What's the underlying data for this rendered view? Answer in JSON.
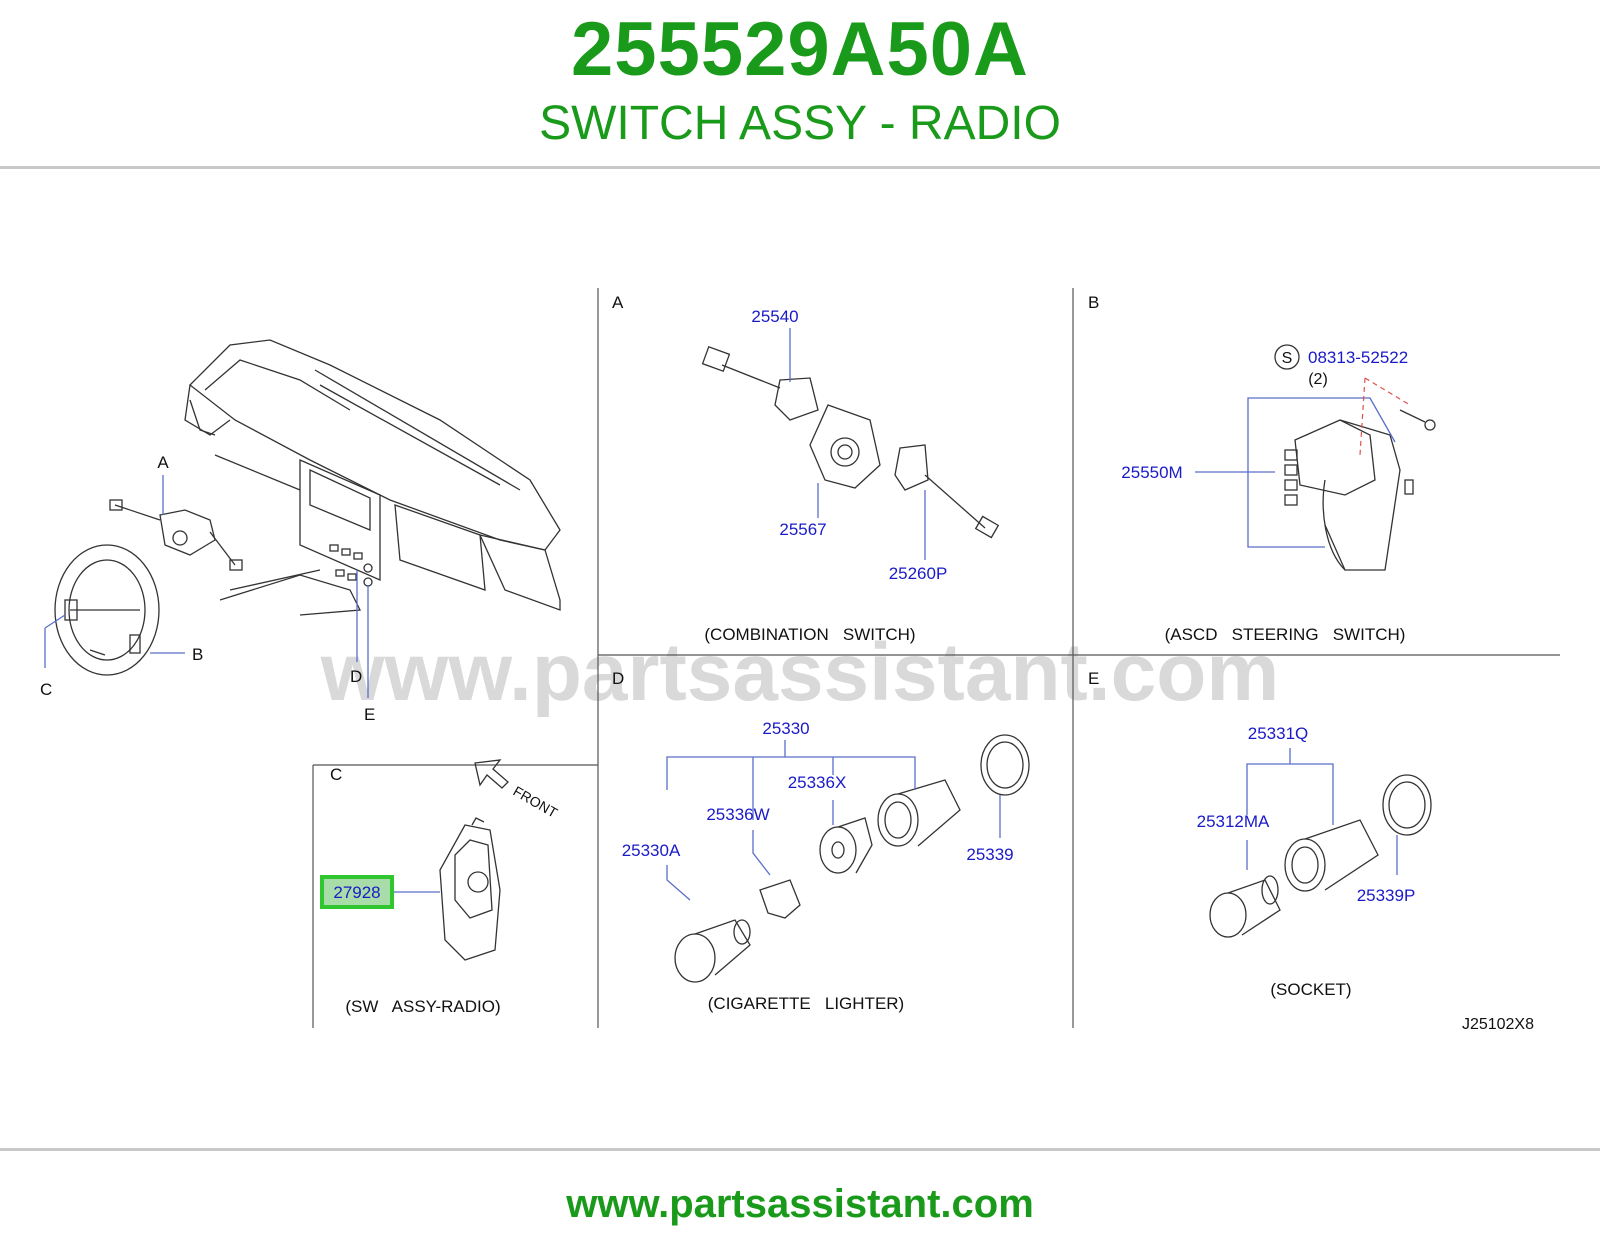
{
  "header": {
    "part_number": "255529A50A",
    "part_title": "SWITCH ASSY - RADIO"
  },
  "colors": {
    "brand_green": "#1a9a1a",
    "callout_blue": "#1a1ac8",
    "line_art": "#333333",
    "leader": "#5a6ec8",
    "highlight": "#2fc62f",
    "watermark": "#d9d9d9",
    "dashed_leader": "#e05050"
  },
  "watermark": "www.partsassistant.com",
  "diagram": {
    "overview": {
      "labels": [
        "A",
        "B",
        "C",
        "D",
        "E"
      ]
    },
    "panel_a": {
      "letter": "A",
      "caption": "(COMBINATION   SWITCH)",
      "parts": [
        "25540",
        "25567",
        "25260P"
      ]
    },
    "panel_b": {
      "letter": "B",
      "caption": "(ASCD   STEERING   SWITCH)",
      "screw_symbol": "S",
      "screw_part": "08313-52522",
      "screw_qty": "(2)",
      "parts": [
        "25550M"
      ]
    },
    "panel_c": {
      "letter": "C",
      "caption": "(SW   ASSY-RADIO)",
      "front_label": "FRONT",
      "highlighted_part": "27928"
    },
    "panel_d": {
      "letter": "D",
      "caption": "(CIGARETTE   LIGHTER)",
      "parts": [
        "25330",
        "25336X",
        "25336W",
        "25330A",
        "25339"
      ]
    },
    "panel_e": {
      "letter": "E",
      "caption": "(SOCKET)",
      "parts": [
        "25331Q",
        "25312MA",
        "25339P"
      ]
    },
    "drawing_code": "J25102X8"
  },
  "footer": {
    "url": "www.partsassistant.com"
  }
}
